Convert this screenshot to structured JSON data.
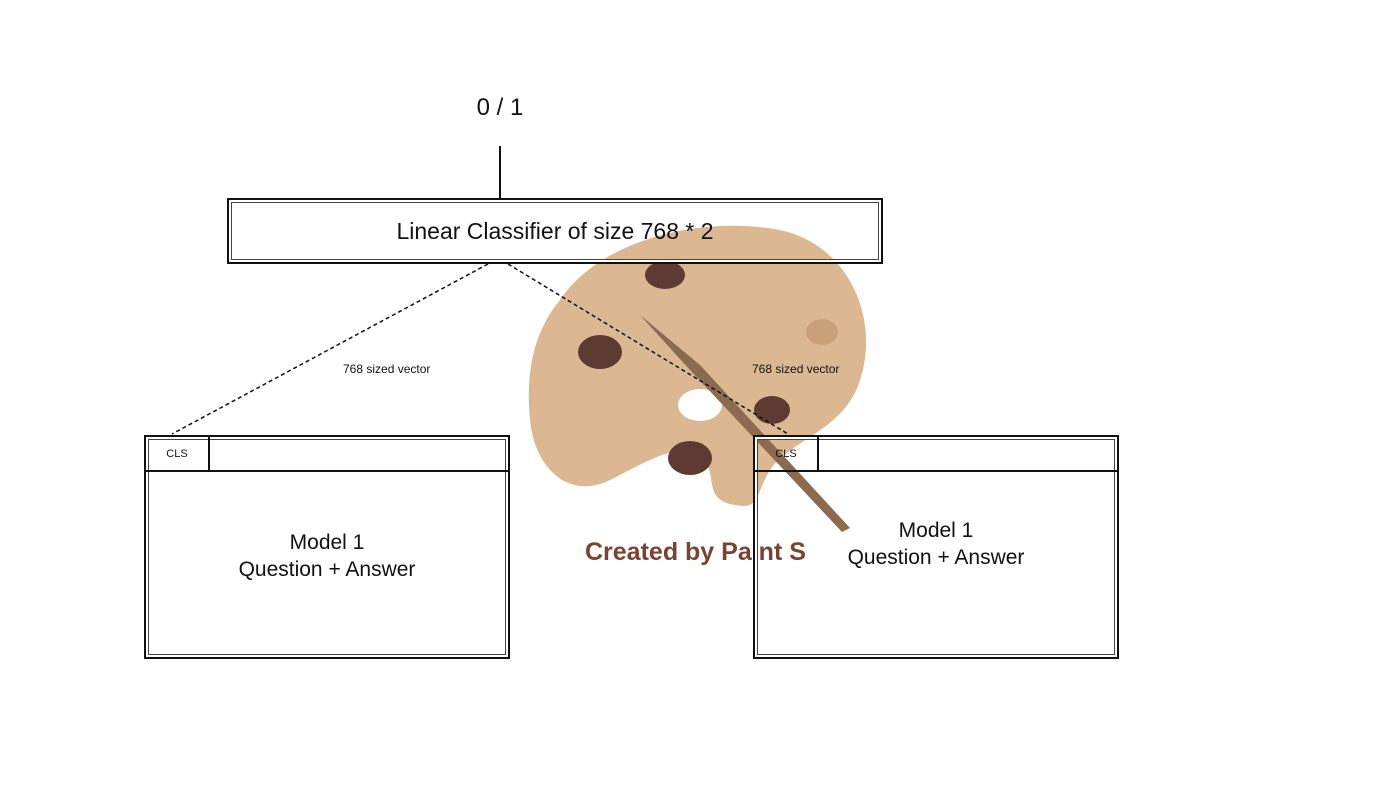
{
  "output": {
    "label": "0 / 1"
  },
  "classifier": {
    "label": "Linear Classifier of size 768 * 2"
  },
  "vectors": {
    "left_label": "768 sized vector",
    "right_label": "768 sized vector"
  },
  "models": [
    {
      "token": "CLS",
      "line1": "Model 1",
      "line2": "Question + Answer"
    },
    {
      "token": "CLS",
      "line1": "Model 1",
      "line2": "Question + Answer"
    }
  ],
  "watermark": {
    "text": "Created by Paint S",
    "icon": "palette-icon"
  },
  "colors": {
    "line": "#111111",
    "palette": "#d9b48c",
    "paint": "#5e3a33",
    "watermark_text": "#7a4230"
  }
}
